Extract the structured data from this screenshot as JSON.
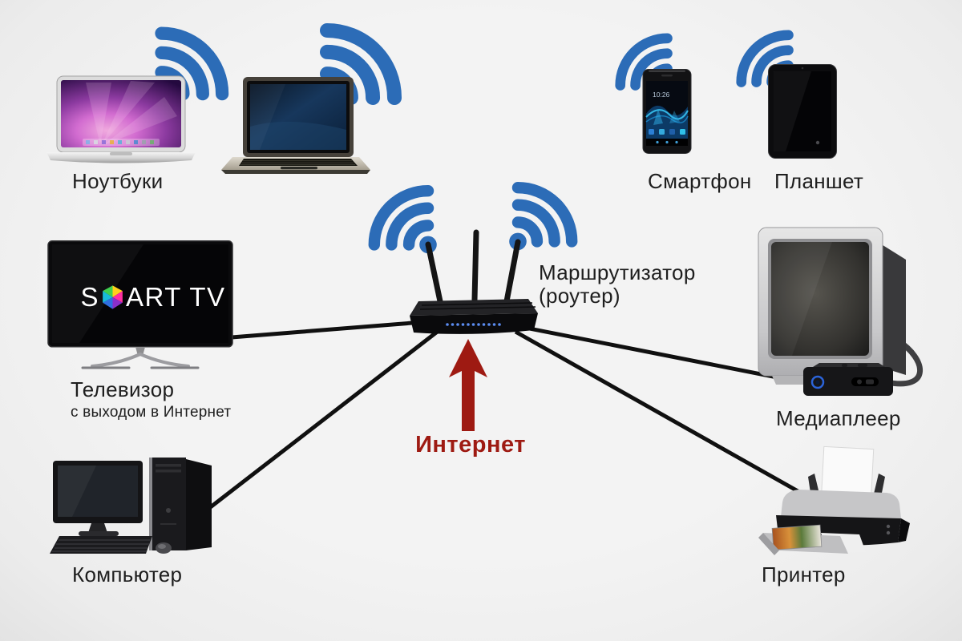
{
  "colors": {
    "background": "#ececec",
    "wifi_blue": "#2c6cb7",
    "cable_black": "#101010",
    "internet_red": "#9e1a12",
    "label_text": "#1e1e1e"
  },
  "nodes": {
    "laptops": {
      "label": "Ноутбуки"
    },
    "smartphone": {
      "label": "Смартфон",
      "screen_time": "10:26"
    },
    "tablet": {
      "label": "Планшет"
    },
    "router": {
      "label_line1": "Маршрутизатор",
      "label_line2": "(роутер)"
    },
    "smart_tv": {
      "label_line1": "Телевизор",
      "label_line2": "с выходом в Интернет",
      "logo_left": "S",
      "logo_right": "ART TV"
    },
    "media_player": {
      "label": "Медиаплеер"
    },
    "computer": {
      "label": "Компьютер"
    },
    "printer": {
      "label": "Принтер"
    },
    "internet": {
      "label": "Интернет"
    }
  },
  "connections": [
    {
      "from": "Маршрутизатор",
      "to": "Телевизор",
      "type": "cable"
    },
    {
      "from": "Маршрутизатор",
      "to": "Компьютер",
      "type": "cable"
    },
    {
      "from": "Маршрутизатор",
      "to": "Медиаплеер",
      "type": "cable"
    },
    {
      "from": "Маршрутизатор",
      "to": "Принтер",
      "type": "cable"
    },
    {
      "from": "Интернет",
      "to": "Маршрутизатор",
      "type": "arrow"
    },
    {
      "from": "Ноутбуки",
      "to": "Маршрутизатор",
      "type": "wifi"
    },
    {
      "from": "Смартфон",
      "to": "Маршрутизатор",
      "type": "wifi"
    },
    {
      "from": "Планшет",
      "to": "Маршрутизатор",
      "type": "wifi"
    }
  ]
}
